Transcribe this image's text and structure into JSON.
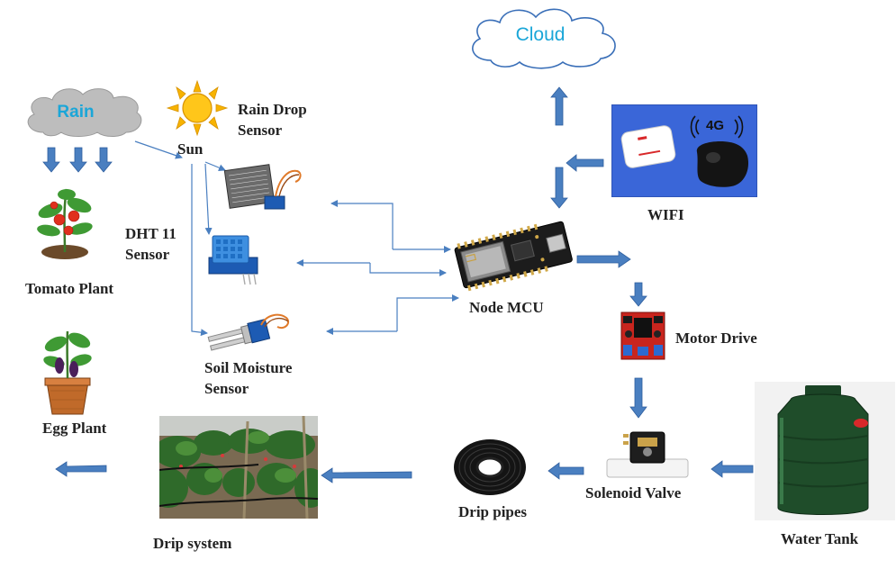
{
  "nodes": {
    "cloud": "Cloud",
    "rain": "Rain",
    "sun": "Sun",
    "rain_drop_sensor": [
      "Rain Drop",
      "Sensor"
    ],
    "dht11_sensor": [
      "DHT 11",
      "Sensor"
    ],
    "soil_moisture_sensor": [
      "Soil Moisture",
      "Sensor"
    ],
    "tomato_plant": "Tomato Plant",
    "egg_plant": "Egg Plant",
    "node_mcu": "Node MCU",
    "wifi": "WIFI",
    "wifi_badge": "4G",
    "motor_drive": "Motor Drive",
    "solenoid_valve": "Solenoid Valve",
    "drip_pipes": "Drip pipes",
    "drip_system": "Drip system",
    "water_tank": "Water Tank"
  },
  "colors": {
    "arrow": "#4a7fc0",
    "cloud_fill": "#ffffff",
    "cloud_stroke": "#3a6fb8",
    "cloud_text": "#1aa6d8",
    "rain_fill": "#bdbdbd",
    "rain_text": "#1aa6d8",
    "sun": "#f7b300",
    "wifi_bg": "#3a66d8",
    "tank": "#1f4d2a"
  }
}
